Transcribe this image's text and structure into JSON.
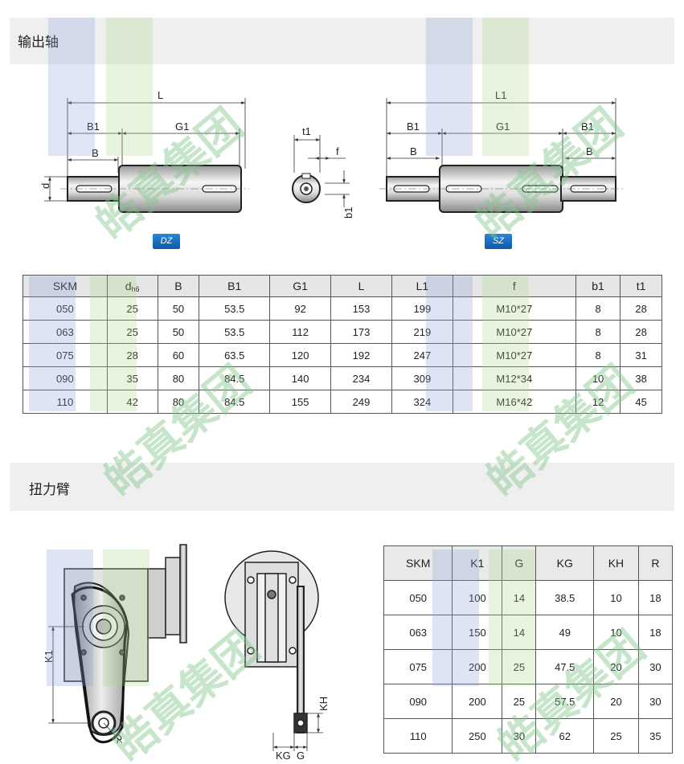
{
  "section_output_shaft": {
    "title": "输出轴"
  },
  "section_torque_arm": {
    "title": "扭力臂"
  },
  "drawing_labels": {
    "L": "L",
    "B1": "B1",
    "G1": "G1",
    "B": "B",
    "d": "d",
    "t1": "t1",
    "f": "f",
    "b1": "b1",
    "L1": "L1",
    "K1": "K1",
    "R": "R",
    "KH": "KH",
    "KG": "KG",
    "G": "G"
  },
  "tags": {
    "dz": "DZ",
    "sz": "SZ"
  },
  "watermark_text": "皓真集团",
  "shaft_table": {
    "headers": [
      "SKM",
      "d",
      "h6",
      "B",
      "B1",
      "G1",
      "L",
      "L1",
      "f",
      "b1",
      "t1"
    ],
    "rows": [
      [
        "050",
        "25",
        "50",
        "53.5",
        "92",
        "153",
        "199",
        "M10*27",
        "8",
        "28"
      ],
      [
        "063",
        "25",
        "50",
        "53.5",
        "112",
        "173",
        "219",
        "M10*27",
        "8",
        "28"
      ],
      [
        "075",
        "28",
        "60",
        "63.5",
        "120",
        "192",
        "247",
        "M10*27",
        "8",
        "31"
      ],
      [
        "090",
        "35",
        "80",
        "84.5",
        "140",
        "234",
        "309",
        "M12*34",
        "10",
        "38"
      ],
      [
        "110",
        "42",
        "80",
        "84.5",
        "155",
        "249",
        "324",
        "M16*42",
        "12",
        "45"
      ]
    ]
  },
  "arm_table": {
    "headers": [
      "SKM",
      "K1",
      "G",
      "KG",
      "KH",
      "R"
    ],
    "rows": [
      [
        "050",
        "100",
        "14",
        "38.5",
        "10",
        "18"
      ],
      [
        "063",
        "150",
        "14",
        "49",
        "10",
        "18"
      ],
      [
        "075",
        "200",
        "25",
        "47.5",
        "20",
        "30"
      ],
      [
        "090",
        "200",
        "25",
        "57.5",
        "20",
        "30"
      ],
      [
        "110",
        "250",
        "30",
        "62",
        "25",
        "35"
      ]
    ]
  }
}
